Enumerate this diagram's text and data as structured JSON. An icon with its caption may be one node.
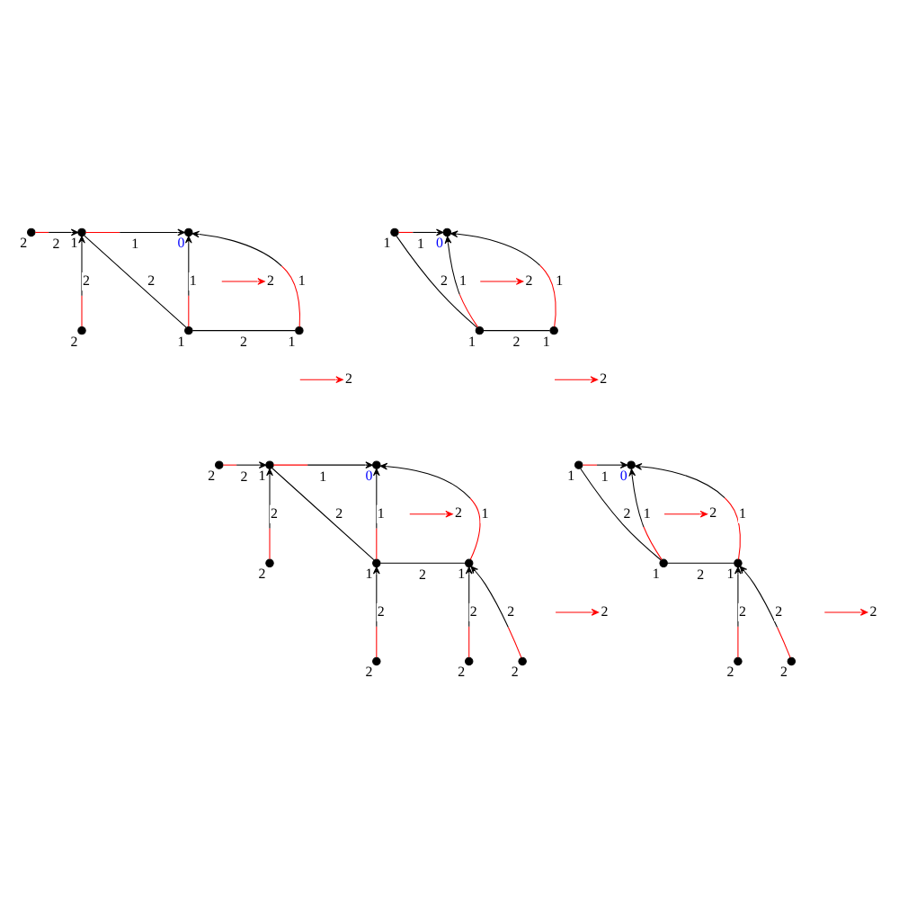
{
  "diagram": {
    "nodes": [
      {
        "text": [],
        "shape": "circle",
        "beside": [
          "0"
        ]
      },
      {
        "text": [],
        "shape": "circle",
        "beside": [
          "1"
        ]
      },
      {
        "text": [],
        "shape": "circle",
        "beside": [
          "2"
        ]
      },
      {
        "text": [
          "2"
        ]
      },
      {
        "text": [
          "2"
        ]
      },
      {
        "text": [],
        "shape": "circle",
        "beside": [
          "1"
        ]
      },
      {
        "text": [],
        "shape": "circle",
        "beside": [
          "1"
        ]
      },
      {
        "text": [],
        "shape": "circle",
        "beside": [
          "2"
        ]
      },
      {
        "text": [],
        "shape": "circle",
        "beside": [
          "1"
        ]
      },
      {
        "text": [],
        "shape": "circle",
        "beside": [
          "0"
        ]
      },
      {
        "text": [
          "2"
        ]
      },
      {
        "text": [
          "2"
        ]
      },
      {
        "text": [],
        "shape": "circle",
        "beside": [
          "1"
        ]
      },
      {
        "text": [],
        "shape": "circle",
        "beside": [
          "1"
        ]
      },
      {
        "text": [],
        "shape": "circle",
        "beside": [
          "2"
        ]
      },
      {
        "text": [],
        "shape": "circle",
        "beside": [
          "2"
        ]
      },
      {
        "text": [],
        "shape": "circle",
        "beside": [
          "2"
        ]
      },
      {
        "text": [],
        "shape": "circle",
        "beside": [
          "1"
        ]
      },
      {
        "text": [],
        "shape": "circle",
        "beside": [
          "1"
        ]
      },
      {
        "text": [],
        "shape": "circle",
        "beside": [
          "2"
        ]
      },
      {
        "text": [
          "2"
        ]
      },
      {
        "text": [
          "2"
        ]
      },
      {
        "text": [],
        "shape": "circle",
        "beside": [
          "0"
        ]
      },
      {
        "text": [],
        "shape": "circle",
        "beside": [
          "1"
        ]
      },
      {
        "text": [],
        "shape": "circle",
        "beside": [
          "2"
        ]
      },
      {
        "text": [],
        "shape": "circle",
        "beside": [
          "2"
        ]
      },
      {
        "text": [],
        "shape": "circle",
        "beside": [
          "2"
        ]
      },
      {
        "text": [],
        "shape": "circle",
        "beside": [
          "1"
        ]
      },
      {
        "text": [],
        "shape": "circle",
        "beside": [
          "1"
        ]
      },
      {
        "text": [
          "2"
        ]
      },
      {
        "text": [
          "2"
        ]
      },
      {
        "text": [],
        "shape": "circle",
        "beside": [
          "1"
        ]
      },
      {
        "text": [],
        "shape": "circle",
        "beside": [
          "0"
        ]
      }
    ],
    "edges": [
      {
        "from": 1,
        "to": 0,
        "arrow": "to",
        "label": "1"
      },
      {
        "from": 2,
        "to": 1,
        "arrow": "to",
        "label": "2"
      },
      {
        "from": 5,
        "to": 0,
        "arrow": "to",
        "label": "1"
      },
      {
        "from": 6,
        "to": 0,
        "arrow": "to",
        "label": "1"
      },
      {
        "from": 6,
        "to": 1,
        "arrow": "none",
        "label": "2",
        "color": "#000000"
      },
      {
        "from": 7,
        "to": 1,
        "arrow": "to",
        "label": "2"
      },
      {
        "from": 6,
        "to": 5,
        "arrow": "none",
        "label": "2",
        "color": "#000000"
      },
      {
        "from": null,
        "to": 3,
        "arrow": "to",
        "color": "#ff0000"
      },
      {
        "from": null,
        "to": 4,
        "arrow": "to",
        "color": "#ff0000"
      },
      {
        "from": 8,
        "to": 9,
        "arrow": "to",
        "label": "1"
      },
      {
        "from": 12,
        "to": 8,
        "arrow": "none",
        "label": "2",
        "color": "#000000"
      },
      {
        "from": 12,
        "to": 9,
        "arrow": "to",
        "label": "1"
      },
      {
        "from": 13,
        "to": 9,
        "arrow": "to",
        "label": "1"
      },
      {
        "from": 12,
        "to": 13,
        "arrow": "none",
        "label": "2",
        "color": "#000000"
      },
      {
        "from": null,
        "to": 10,
        "arrow": "to",
        "color": "#ff0000"
      },
      {
        "from": null,
        "to": 11,
        "arrow": "to",
        "color": "#ff0000"
      },
      {
        "from": 14,
        "to": 17,
        "arrow": "to",
        "label": "2"
      },
      {
        "from": 15,
        "to": 17,
        "arrow": "to",
        "label": "2"
      },
      {
        "from": 16,
        "to": 18,
        "arrow": "to",
        "label": "2"
      },
      {
        "from": 18,
        "to": 17,
        "arrow": "none",
        "label": "2",
        "color": "#000000"
      },
      {
        "from": 17,
        "to": 22,
        "arrow": "to",
        "label": "1"
      },
      {
        "from": 18,
        "to": 22,
        "arrow": "to",
        "label": "1"
      },
      {
        "from": 18,
        "to": 23,
        "arrow": "none",
        "label": "2",
        "color": "#000000"
      },
      {
        "from": 19,
        "to": 23,
        "arrow": "to",
        "label": "2"
      },
      {
        "from": 23,
        "to": 22,
        "arrow": "to",
        "label": "1"
      },
      {
        "from": 24,
        "to": 23,
        "arrow": "to",
        "label": "2"
      },
      {
        "from": null,
        "to": 20,
        "arrow": "to",
        "color": "#ff0000"
      },
      {
        "from": null,
        "to": 21,
        "arrow": "to",
        "color": "#ff0000"
      },
      {
        "from": 25,
        "to": 28,
        "arrow": "to",
        "label": "2"
      },
      {
        "from": 26,
        "to": 28,
        "arrow": "to",
        "label": "2"
      },
      {
        "from": 27,
        "to": 28,
        "arrow": "none",
        "label": "2",
        "color": "#000000"
      },
      {
        "from": 27,
        "to": 32,
        "arrow": "to",
        "label": "1"
      },
      {
        "from": 28,
        "to": 32,
        "arrow": "to",
        "label": "1"
      },
      {
        "from": 27,
        "to": 31,
        "arrow": "none",
        "label": "2",
        "color": "#000000"
      },
      {
        "from": 31,
        "to": 32,
        "arrow": "to",
        "label": "1"
      },
      {
        "from": null,
        "to": 29,
        "arrow": "to",
        "color": "#ff0000"
      },
      {
        "from": null,
        "to": 30,
        "arrow": "to",
        "color": "#ff0000"
      }
    ]
  }
}
